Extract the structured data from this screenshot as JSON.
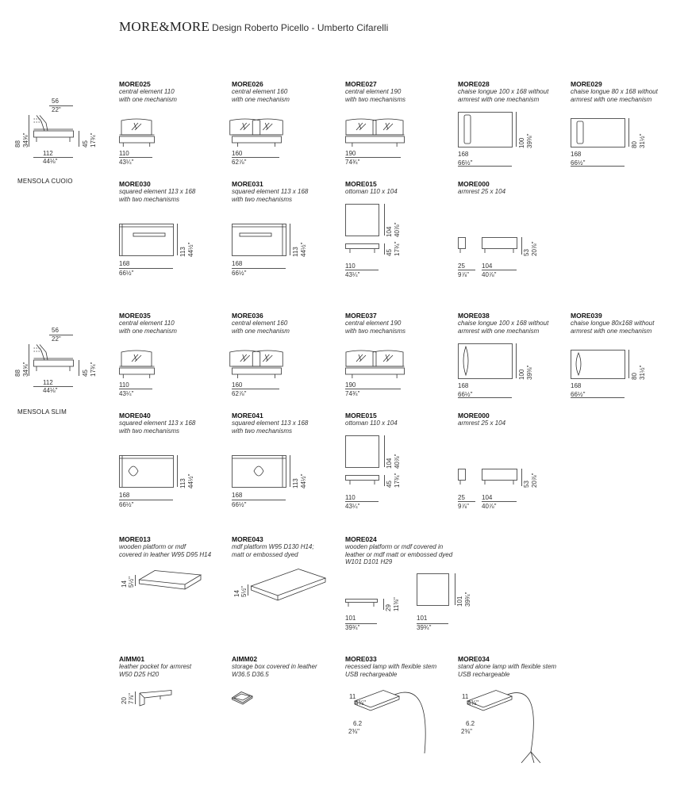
{
  "header": {
    "brand": "MORE&MORE",
    "design": "Design Roberto Picello - Umberto Cifarelli"
  },
  "sections": {
    "cuoio": "MENSOLA CUOIO",
    "slim": "MENSOLA SLIM"
  },
  "side_dims": {
    "w56": "56",
    "w22": "22\"",
    "h88": "88",
    "h88in": "34⅝\"",
    "h45": "45",
    "h45in": "17¾\"",
    "w112": "112",
    "w112in": "44⅛\""
  },
  "items": [
    {
      "code": "MORE025",
      "desc": "central element 110\nwith one mechanism",
      "w": "110",
      "win": "43¼\""
    },
    {
      "code": "MORE026",
      "desc": "central element 160\nwith one mechanism",
      "w": "160",
      "win": "62⅞\""
    },
    {
      "code": "MORE027",
      "desc": "central element 190\nwith two mechanisms",
      "w": "190",
      "win": "74¾\""
    },
    {
      "code": "MORE028",
      "desc": "chaise longue 100 x 168 without\narmrest with one mechanism",
      "w": "168",
      "win": "66½\"",
      "h": "100",
      "hin": "39⅜\""
    },
    {
      "code": "MORE029",
      "desc": "chaise longue 80 x 168 without\narmrest with one mechanism",
      "w": "168",
      "win": "66½\"",
      "h": "80",
      "hin": "31½\""
    },
    {
      "code": "MORE030",
      "desc": "squared element 113 x 168\nwith two mechanisms",
      "w": "168",
      "win": "66½\"",
      "h": "113",
      "hin": "44½\""
    },
    {
      "code": "MORE031",
      "desc": "squared element 113 x 168\nwith two mechanisms",
      "w": "168",
      "win": "66½\"",
      "h": "113",
      "hin": "44½\""
    },
    {
      "code": "MORE015",
      "desc": "ottoman 110 x 104",
      "w": "110",
      "win": "43¼\"",
      "h": "104",
      "hin": "40⅞\"",
      "h2": "45",
      "h2in": "17¾\""
    },
    {
      "code": "MORE000",
      "desc": "armrest 25 x 104",
      "w": "25",
      "win": "9⅞\"",
      "w2": "104",
      "w2in": "40⅞\"",
      "h": "53",
      "hin": "20⅞\""
    },
    {
      "code": "MORE035",
      "desc": "central element 110\nwith one mechanism",
      "w": "110",
      "win": "43¼\""
    },
    {
      "code": "MORE036",
      "desc": "central element 160\nwith one mechanism",
      "w": "160",
      "win": "62⅞\""
    },
    {
      "code": "MORE037",
      "desc": "central element 190\nwith two mechanisms",
      "w": "190",
      "win": "74¾\""
    },
    {
      "code": "MORE038",
      "desc": "chaise longue 100 x 168 without\narmrest with one mechanism",
      "w": "168",
      "win": "66½\"",
      "h": "100",
      "hin": "39⅜\""
    },
    {
      "code": "MORE039",
      "desc": "chaise longue 80x168 without\narmrest with one mechanism",
      "w": "168",
      "win": "66½\"",
      "h": "80",
      "hin": "31½\""
    },
    {
      "code": "MORE040",
      "desc": "squared element 113 x 168\nwith two mechanisms",
      "w": "168",
      "win": "66½\"",
      "h": "113",
      "hin": "44½\""
    },
    {
      "code": "MORE041",
      "desc": "squared element 113 x 168\nwith two mechanisms",
      "w": "168",
      "win": "66½\"",
      "h": "113",
      "hin": "44½\""
    },
    {
      "code": "MORE015",
      "desc": "ottoman 110 x 104",
      "w": "110",
      "win": "43¼\"",
      "h": "104",
      "hin": "40⅞\"",
      "h2": "45",
      "h2in": "17¾\""
    },
    {
      "code": "MORE000",
      "desc": "armrest 25 x 104",
      "w": "25",
      "win": "9⅞\"",
      "w2": "104",
      "w2in": "40⅞\"",
      "h": "53",
      "hin": "20⅞\""
    },
    {
      "code": "MORE013",
      "desc": "wooden platform or mdf\ncovered in leather W95 D95 H14",
      "h": "14",
      "hin": "5½\""
    },
    {
      "code": "MORE043",
      "desc": "mdf platform W95 D130 H14;\nmatt or embossed dyed",
      "h": "14",
      "hin": "5½\""
    },
    {
      "code": "MORE024",
      "desc": "wooden platform or mdf covered in\nleather or mdf matt or embossed dyed\nW101 D101 H29",
      "w": "101",
      "win": "39¾\"",
      "h2": "29",
      "h2in": "11⅜\"",
      "w2": "101",
      "w2in": "39¾\"",
      "h": "101",
      "hin": "39¾\""
    },
    {
      "code": "AIMM01",
      "desc": "leather pocket for armrest\nW50 D25 H20",
      "h": "20",
      "hin": "7⅞\""
    },
    {
      "code": "AIMM02",
      "desc": "storage box covered in leather\nW36.5 D36.5"
    },
    {
      "code": "MORE033",
      "desc": "recessed lamp with flexible stem\nUSB rechargeable",
      "a": "11",
      "ain": "4⅜\"",
      "b": "6.2",
      "bin": "2⅜\""
    },
    {
      "code": "MORE034",
      "desc": "stand alone lamp with flexible stem\nUSB rechargeable",
      "a": "11",
      "ain": "4⅜\"",
      "b": "6.2",
      "bin": "2⅜\""
    }
  ]
}
